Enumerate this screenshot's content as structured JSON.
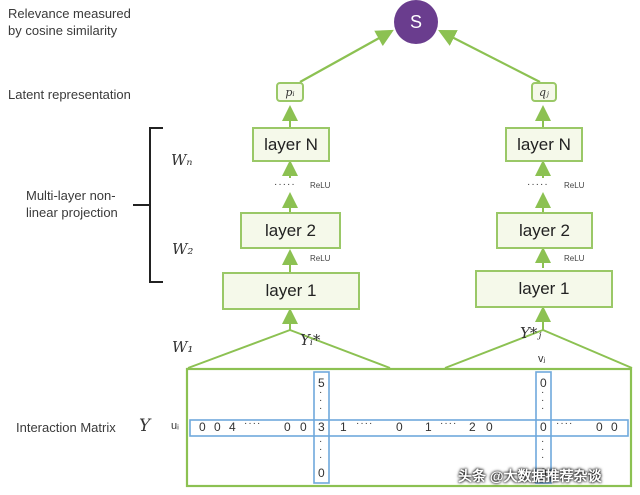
{
  "labels": {
    "relevance_line1": "Relevance measured",
    "relevance_line2": "by cosine similarity",
    "latent": "Latent representation",
    "multilayer_line1": "Multi-layer non-",
    "multilayer_line2": "linear projection",
    "interaction": "Interaction Matrix",
    "interaction_symbol": "Y"
  },
  "similarity": {
    "symbol": "S"
  },
  "weights": {
    "wn": "Wₙ",
    "w2": "W₂",
    "w1": "W₁"
  },
  "left_tower": {
    "top": "pᵢ",
    "layer_n": "layer N",
    "layer_2": "layer 2",
    "layer_1": "layer 1",
    "dots": "·····",
    "relu_upper": "ReLU",
    "relu_lower": "ReLU",
    "input": "Yᵢ*"
  },
  "right_tower": {
    "top": "qⱼ",
    "layer_n": "layer N",
    "layer_2": "layer 2",
    "layer_1": "layer 1",
    "dots": "·····",
    "relu_upper": "ReLU",
    "relu_lower": "ReLU",
    "input": "Y*ⱼ"
  },
  "matrix": {
    "row_label": "uᵢ",
    "col_label": "vⱼ",
    "row_left": [
      "0",
      "0",
      "4",
      "····",
      "0",
      "0"
    ],
    "row_mid": [
      "1",
      "····",
      "0",
      "1",
      "····",
      "2",
      "0"
    ],
    "row_right": [
      "····",
      "0",
      "0"
    ],
    "col1_top": "5",
    "col1_cross": "3",
    "col1_bottom": "0",
    "col2_top": "0",
    "col2_cross": "0",
    "col2_bottom": "0"
  },
  "watermark": "头条 @大数据推荐杂谈",
  "colors": {
    "accent_green": "#8cc152",
    "box_fill": "#f5f9ea",
    "matrix_blue": "#6fa8dc",
    "bubble": "#6a3d8e"
  }
}
